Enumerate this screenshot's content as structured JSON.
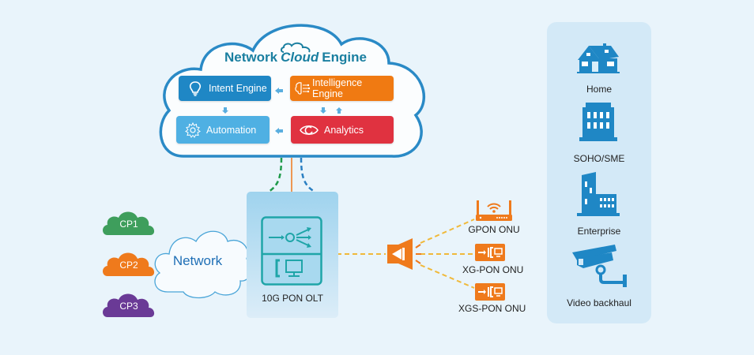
{
  "cloud_engine": {
    "title_prefix": "Network",
    "title_logo": "Cloud",
    "title_suffix": "Engine",
    "modules": [
      {
        "id": "intent",
        "label": "Intent Engine",
        "icon": "lightbulb-icon",
        "color": "#1f87c5"
      },
      {
        "id": "intelligence",
        "label": "Intelligence Engine",
        "icon": "brain-icon",
        "color": "#f07a12"
      },
      {
        "id": "automation",
        "label": "Automation",
        "icon": "gear-icon",
        "color": "#4fb0e3"
      },
      {
        "id": "analytics",
        "label": "Analytics",
        "icon": "eye-icon",
        "color": "#e03240"
      }
    ]
  },
  "content_providers": [
    {
      "label": "CP1",
      "color": "#3e9e5c"
    },
    {
      "label": "CP2",
      "color": "#ef7a1c"
    },
    {
      "label": "CP3",
      "color": "#6a3a96"
    }
  ],
  "network_cloud": {
    "label": "Network"
  },
  "olt": {
    "label": "10G PON OLT"
  },
  "splitter": {
    "icon": "splitter-icon",
    "color": "#ef7a1c"
  },
  "onus": [
    {
      "label": "GPON ONU",
      "icon": "router-icon"
    },
    {
      "label": "XG-PON ONU",
      "icon": "onu-device-icon"
    },
    {
      "label": "XGS-PON ONU",
      "icon": "onu-device-icon"
    }
  ],
  "scenarios": [
    {
      "label": "Home",
      "icon": "house-icon"
    },
    {
      "label": "SOHO/SME",
      "icon": "office-building-icon"
    },
    {
      "label": "Enterprise",
      "icon": "enterprise-buildings-icon"
    },
    {
      "label": "Video backhaul",
      "icon": "security-camera-icon"
    }
  ],
  "colors": {
    "background": "#e9f4fb",
    "primary_blue": "#1f87c5",
    "teal": "#1fa5a8",
    "orange": "#ef7a1c",
    "fiber_yellow": "#f0b93a"
  }
}
